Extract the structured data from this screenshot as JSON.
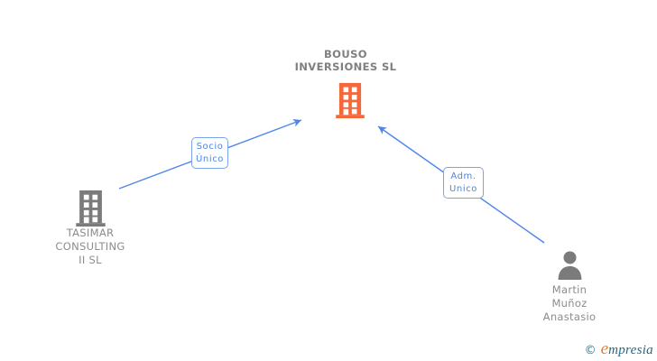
{
  "colors": {
    "canvas_bg": "#ffffff",
    "company_accent": "#f4683a",
    "neutral_icon": "#7b7b7b",
    "title_label": "#7f7f7f",
    "node_label": "#8c8c8c",
    "edge": "#4e86ec",
    "edge_label_text": "#4a86e8",
    "edge_label_border": "#7ba4ee",
    "logo_teal": "#27798f",
    "logo_orange": "#ee7b2a",
    "logo_dark_teal": "#1f6b80"
  },
  "diagram": {
    "nodes": {
      "bouso": {
        "entity_type": "company",
        "line1": "BOUSO",
        "line2": "INVERSIONES SL"
      },
      "tasimar": {
        "entity_type": "company",
        "line1": "TASIMAR",
        "line2": "CONSULTING",
        "line3": "II SL"
      },
      "martin": {
        "entity_type": "person",
        "line1": "Martin",
        "line2": "Muñoz",
        "line3": "Anastasio"
      }
    },
    "edges": {
      "socio": {
        "from": "TASIMAR CONSULTING II SL",
        "to": "BOUSO INVERSIONES SL",
        "line1": "Socio",
        "line2": "Único"
      },
      "adm": {
        "from": "Martin Muñoz Anastasio",
        "to": "BOUSO INVERSIONES SL",
        "line1": "Adm.",
        "line2": "Unico"
      }
    }
  },
  "footer": {
    "copyright": "©",
    "brand_initial": "e",
    "brand_rest": "mpresia"
  }
}
